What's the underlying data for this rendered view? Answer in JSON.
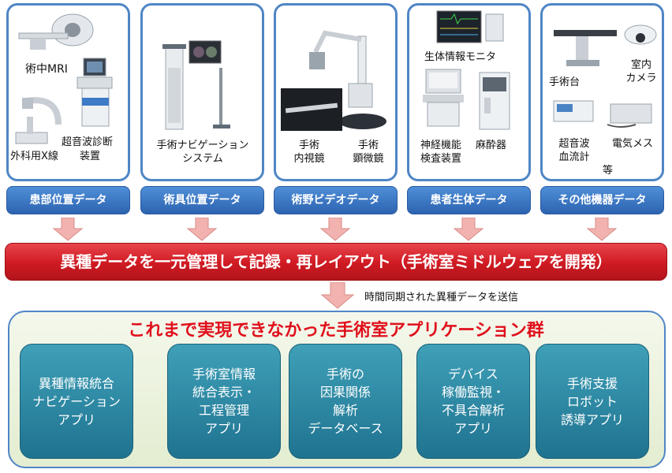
{
  "panels": [
    {
      "labels": [
        "術中MRI",
        "外科用X線",
        "超音波診断",
        "装置"
      ]
    },
    {
      "labels": [
        "手術ナビゲーション",
        "システム"
      ]
    },
    {
      "labels": [
        "手術",
        "内視鏡",
        "手術",
        "顕微鏡"
      ]
    },
    {
      "labels": [
        "生体情報モニタ",
        "神経機能",
        "検査装置",
        "麻酔器"
      ]
    },
    {
      "labels": [
        "手術台",
        "室内",
        "カメラ",
        "超音波",
        "血流計",
        "電気メス",
        "等"
      ]
    }
  ],
  "tabs": [
    "患部位置データ",
    "術具位置データ",
    "術野ビデオデータ",
    "患者生体データ",
    "その他機器データ"
  ],
  "middleware_bar": "異種データを一元管理して記録・再レイアウト（手術室ミドルウェアを開発）",
  "sync_note": "時間同期された異種データを送信",
  "apps_title": "これまで実現できなかった手術室アプリケーション群",
  "apps": [
    [
      "異種情報統合",
      "ナビゲーション",
      "アプリ"
    ],
    [
      "手術室情報",
      "統合表示・",
      "工程管理",
      "アプリ"
    ],
    [
      "手術の",
      "因果関係",
      "解析",
      "データベース"
    ],
    [
      "デバイス",
      "稼働監視・",
      "不具合解析",
      "アプリ"
    ],
    [
      "手術支援",
      "ロボット",
      "誘導アプリ"
    ]
  ],
  "colors": {
    "panel_border": "#4f86c6",
    "tab_blue": "#2d63b0",
    "bar_red": "#cf1a22",
    "app_teal": "#1f7390",
    "title_red": "#e0101c",
    "arrow_pink": "#f2b3b0"
  }
}
